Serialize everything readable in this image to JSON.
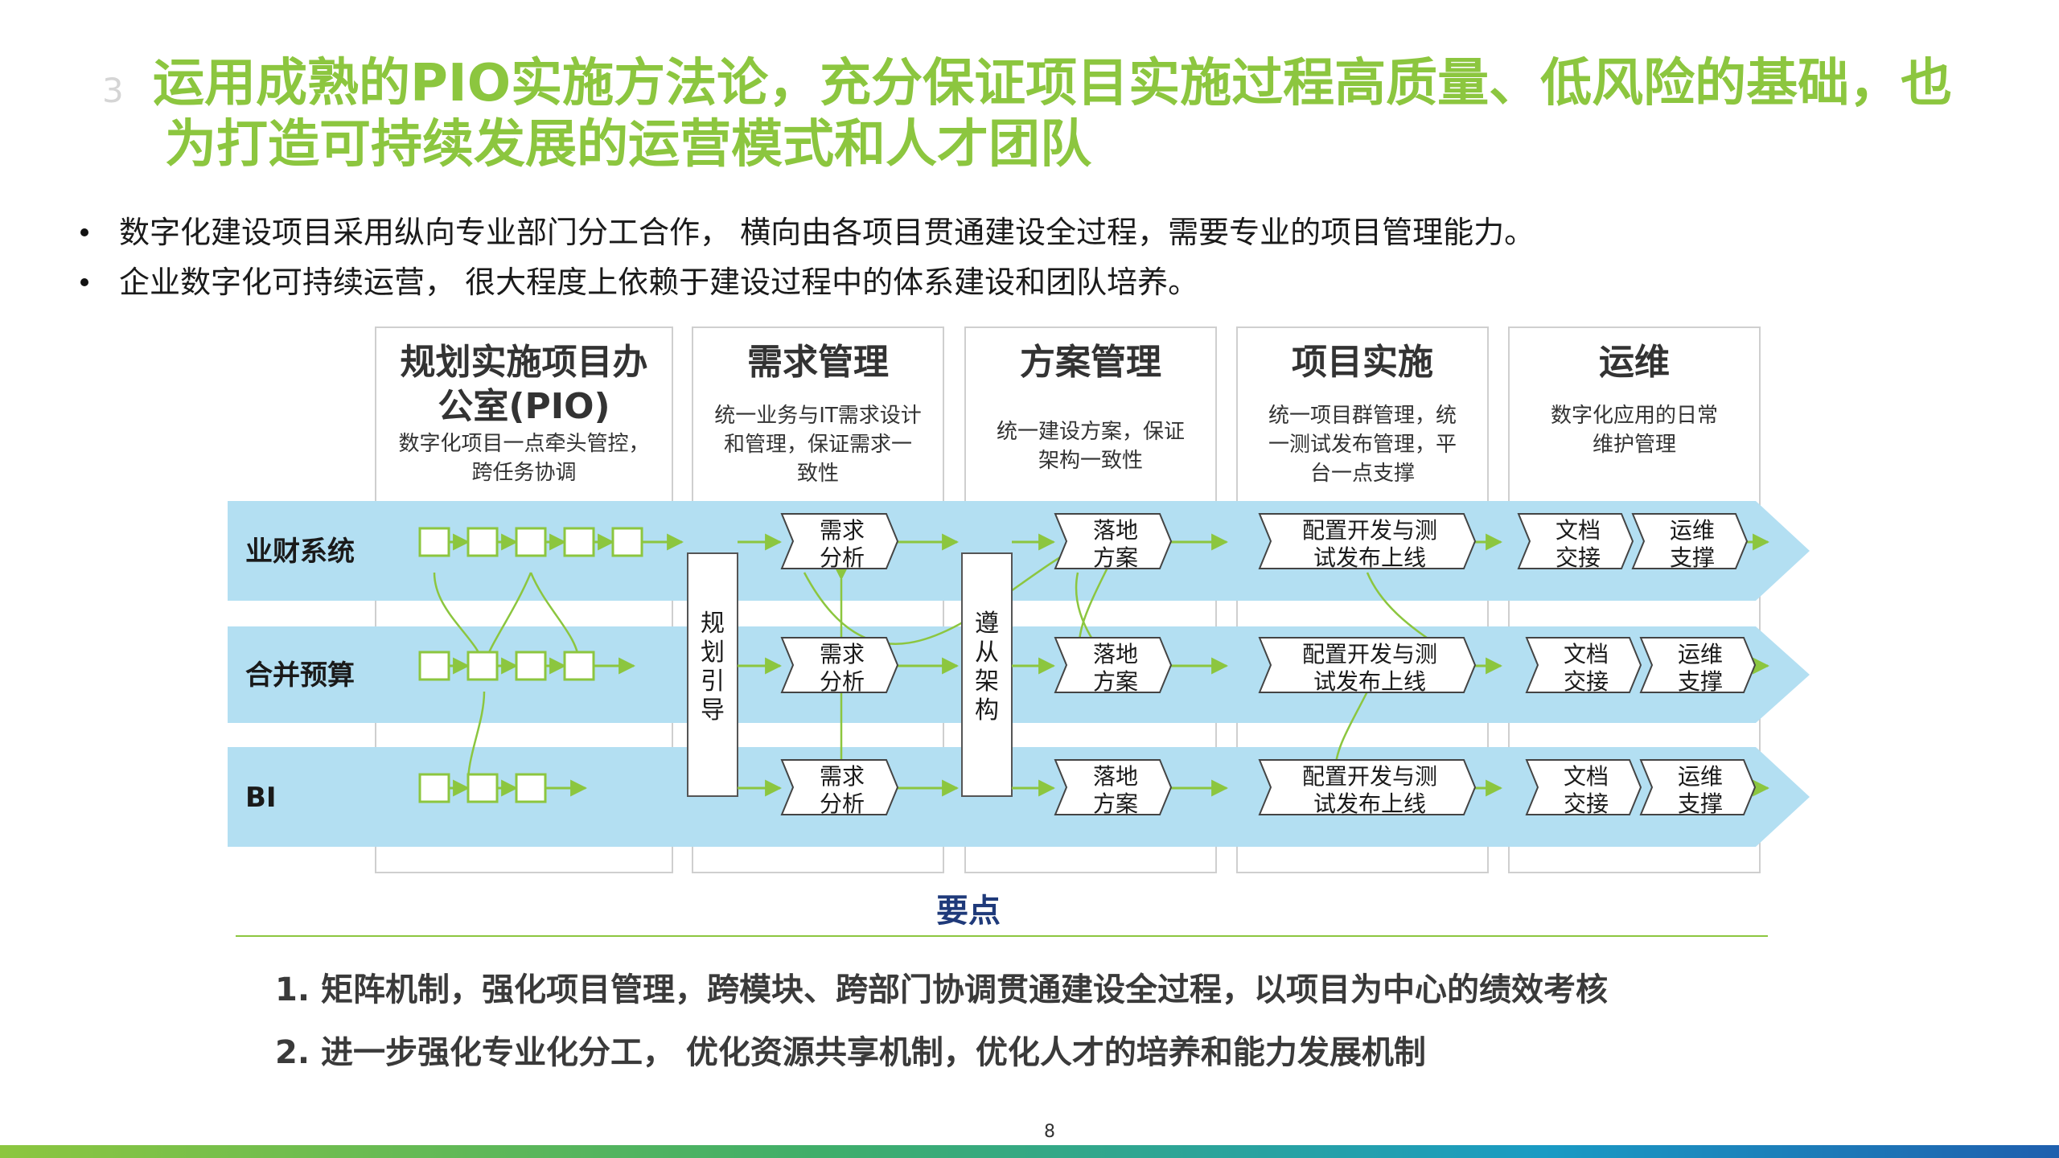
{
  "slide": {
    "section_number": "3",
    "title_line1": "运用成熟的PIO实施方法论，充分保证项目实施过程高质量、低风险的基础，也",
    "title_line2": "为打造可持续发展的运营模式和人才团队",
    "page_number": "8"
  },
  "bullets": [
    "数字化建设项目采用纵向专业部门分工合作，  横向由各项目贯通建设全过程，需要专业的项目管理能力。",
    "企业数字化可持续运营，  很大程度上依赖于建设过程中的体系建设和团队培养。"
  ],
  "columns": [
    {
      "title_lines": [
        "规划实施项目办",
        "公室(PIO)"
      ],
      "desc_lines": [
        "数字化项目一点牵头管控，",
        "跨任务协调"
      ]
    },
    {
      "title_lines": [
        "需求管理"
      ],
      "desc_lines": [
        "统一业务与IT需求设计",
        "和管理，保证需求一",
        "致性"
      ]
    },
    {
      "title_lines": [
        "方案管理"
      ],
      "desc_lines": [
        "统一建设方案，保证",
        "架构一致性"
      ]
    },
    {
      "title_lines": [
        "项目实施"
      ],
      "desc_lines": [
        "统一项目群管理，统",
        "一测试发布管理，平",
        "台一点支撑"
      ]
    },
    {
      "title_lines": [
        "运维"
      ],
      "desc_lines": [
        "数字化应用的日常",
        "维护管理"
      ]
    }
  ],
  "lanes": [
    {
      "name": "业财系统",
      "task_boxes": 5
    },
    {
      "name": "合并预算",
      "task_boxes": 4
    },
    {
      "name": "BI",
      "task_boxes": 3
    }
  ],
  "vertical_boxes": [
    {
      "label": "规划引导"
    },
    {
      "label": "遵从架构"
    }
  ],
  "chevrons": {
    "requirement": [
      "需求",
      "分析"
    ],
    "solution": [
      "落地",
      "方案"
    ],
    "implement": [
      "配置开发与测",
      "试发布上线"
    ],
    "handover": [
      "文档",
      "交接"
    ],
    "support": [
      "运维",
      "支撑"
    ]
  },
  "colors": {
    "title_green": "#8cc63f",
    "lane_blue": "#b3dff2",
    "box_green": "#8cc63f",
    "connector_green": "#8cc63f",
    "key_title_blue": "#1f3a7a"
  },
  "key_points": {
    "heading": "要点",
    "items": [
      "1. 矩阵机制，强化项目管理，跨模块、跨部门协调贯通建设全过程，以项目为中心的绩效考核",
      "2. 进一步强化专业化分工，  优化资源共享机制，优化人才的培养和能力发展机制"
    ]
  }
}
